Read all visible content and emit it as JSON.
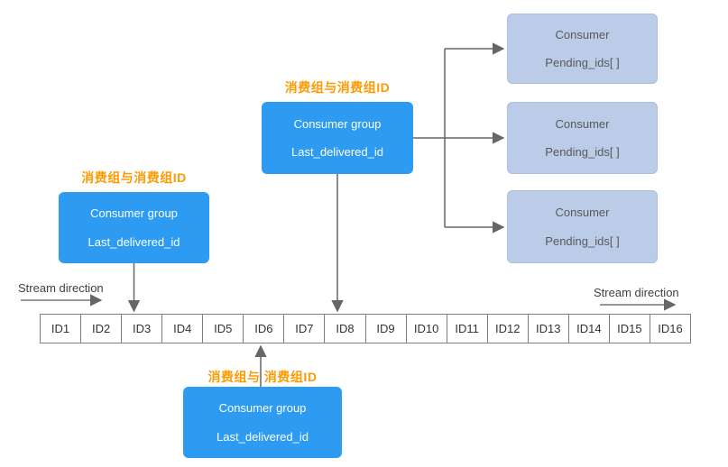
{
  "colors": {
    "group_box_blue": "#2D9BF2",
    "consumer_box_blue": "#BACCE8",
    "label_orange": "#FF9900",
    "line_gray": "#666666",
    "cell_border_gray": "#7F7F7F"
  },
  "stream": {
    "direction_label_left": "Stream direction",
    "direction_label_right": "Stream direction",
    "cells": [
      "ID1",
      "ID2",
      "ID3",
      "ID4",
      "ID5",
      "ID6",
      "ID7",
      "ID8",
      "ID9",
      "ID10",
      "ID11",
      "ID12",
      "ID13",
      "ID14",
      "ID15",
      "ID16"
    ]
  },
  "consumer_groups": [
    {
      "caption": "消费组与消费组ID",
      "title": "Consumer group",
      "subtitle": "Last_delivered_id"
    },
    {
      "caption": "消费组与消费组ID",
      "title": "Consumer group",
      "subtitle": "Last_delivered_id"
    },
    {
      "caption": "消费组与 消费组ID",
      "title": "Consumer group",
      "subtitle": "Last_delivered_id"
    }
  ],
  "consumers": [
    {
      "title": "Consumer",
      "subtitle": "Pending_ids[ ]"
    },
    {
      "title": "Consumer",
      "subtitle": "Pending_ids[ ]"
    },
    {
      "title": "Consumer",
      "subtitle": "Pending_ids[ ]"
    }
  ]
}
